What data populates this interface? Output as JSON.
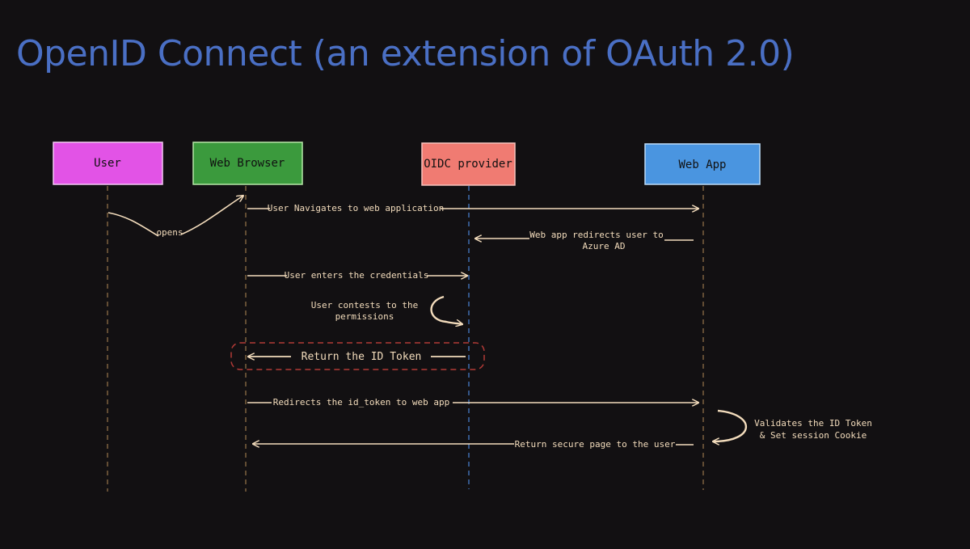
{
  "title": "OpenID Connect (an extension of OAuth 2.0)",
  "actors": [
    {
      "label": "User",
      "color": "#e253e6"
    },
    {
      "label": "Web Browser",
      "color": "#3b9a3d"
    },
    {
      "label": "OIDC provider",
      "color": "#f07b72"
    },
    {
      "label": "Web App",
      "color": "#4a95e0"
    }
  ],
  "messages": {
    "opens": "opens",
    "navigates": "User Navigates to web application",
    "redirect_line1": "Web app redirects user to",
    "redirect_line2": "Azure AD",
    "credentials": "User enters the credentials",
    "consent_line1": "User contests to the",
    "consent_line2": "permissions",
    "id_token": "Return the ID Token",
    "redirect_token": "Redirects the id_token to web app",
    "validate_line1": "Validates the ID Token",
    "validate_line2": "& Set session Cookie",
    "secure_page": "Return secure page to the user"
  },
  "colors": {
    "arrow": "#f3dcbc",
    "lifeline": "#b38a55",
    "oidc_lifeline": "#4a86d8",
    "highlight": "#b23a36"
  }
}
